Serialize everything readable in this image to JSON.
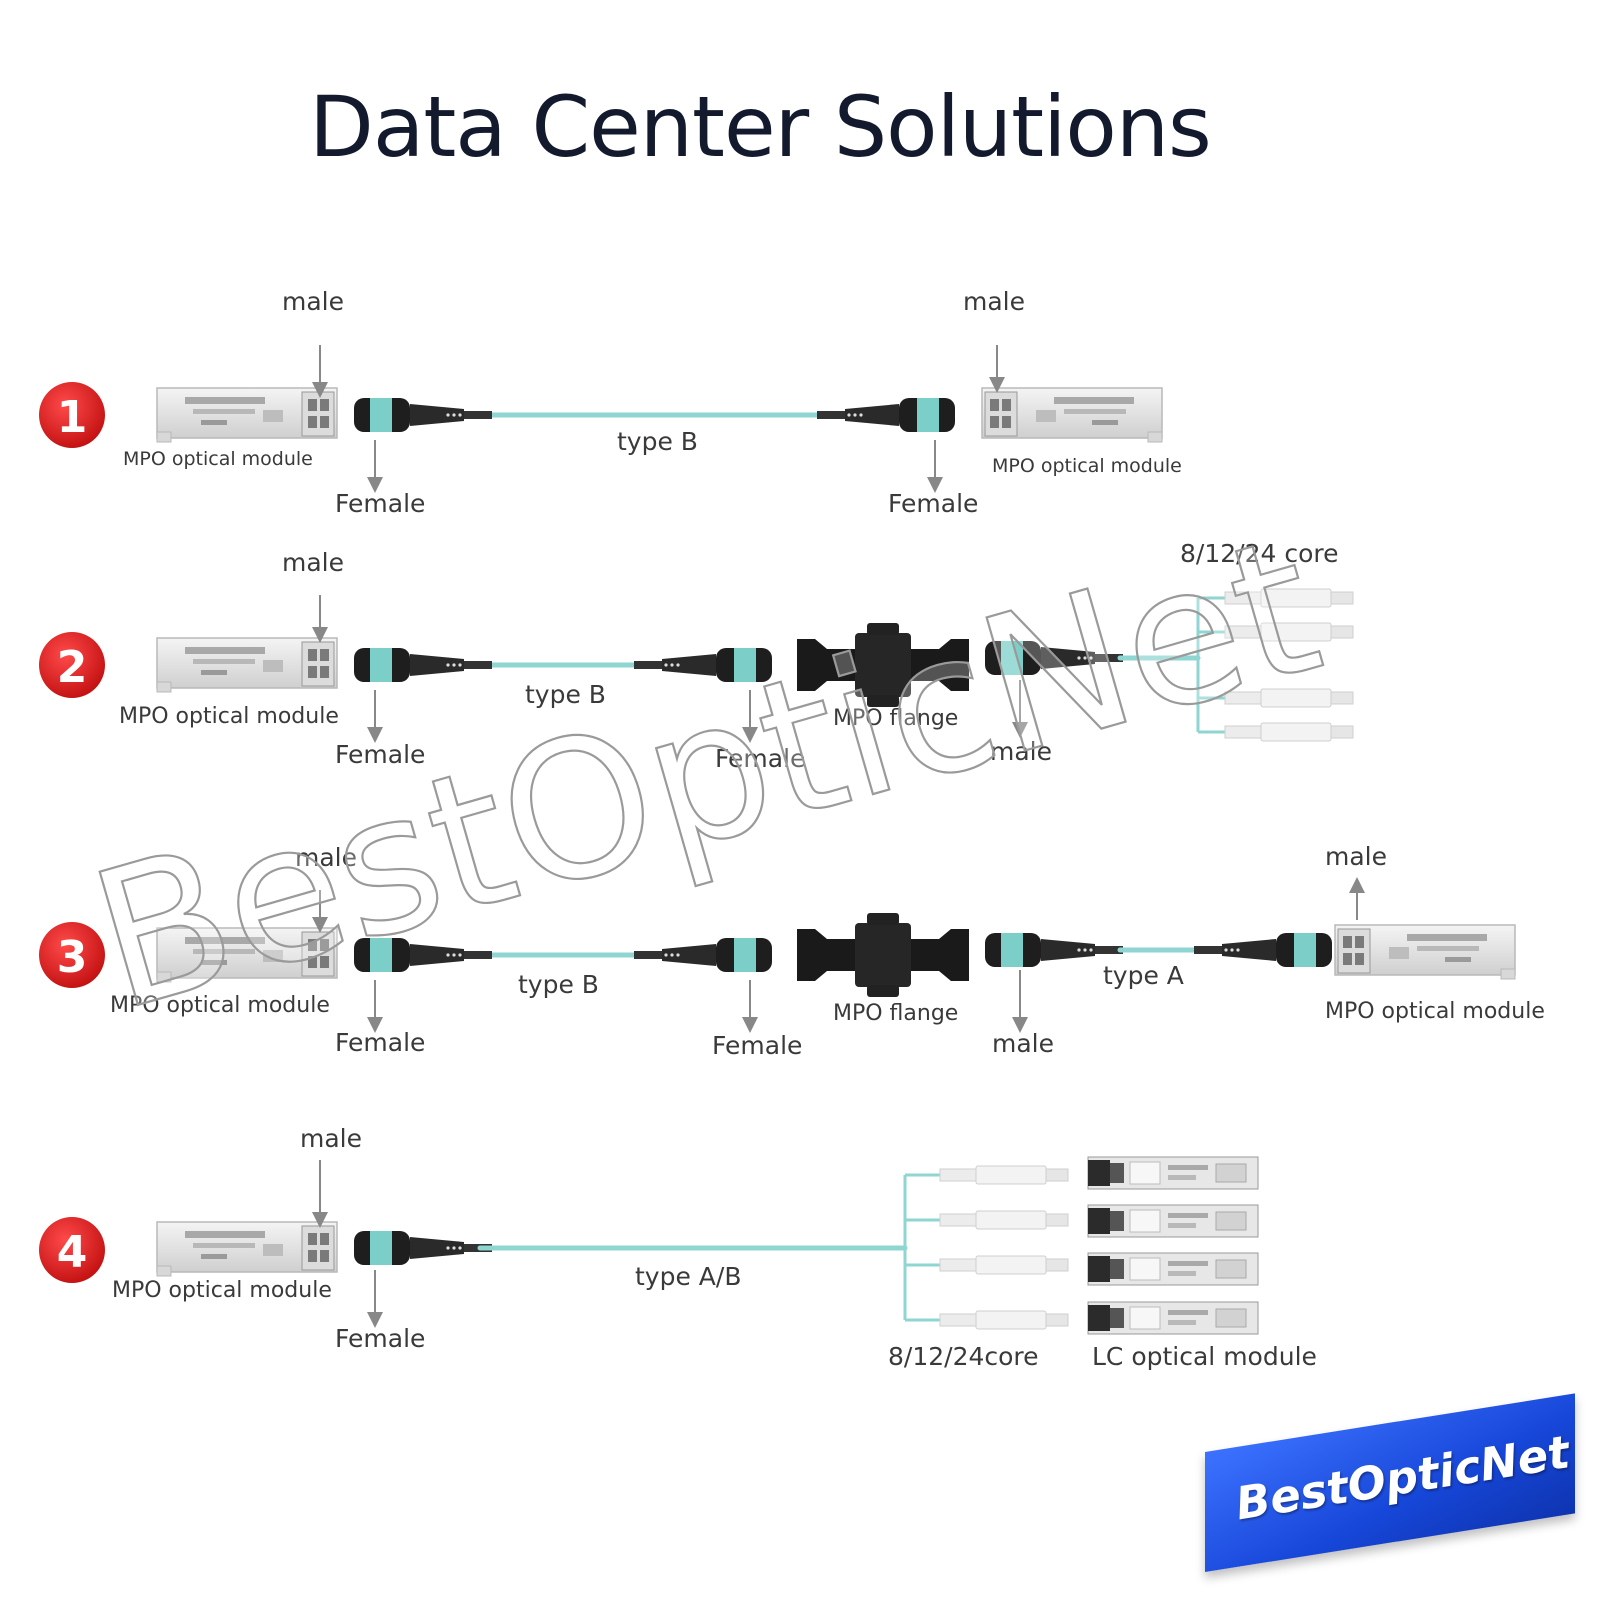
{
  "title": "Data Center Solutions",
  "watermark": "BestOpticNet",
  "logo_text": "BestOpticNet",
  "colors": {
    "cable": "#8fd6d3",
    "badge_red": "#d91b1b",
    "connector": "#222222",
    "logo_blue": "#1f4fe6"
  },
  "rows": [
    {
      "number": "1",
      "labels": {
        "male_left": "male",
        "module_left": "MPO optical module",
        "female_left": "Female",
        "cable": "type B",
        "male_right": "male",
        "female_right": "Female",
        "module_right": "MPO optical module"
      }
    },
    {
      "number": "2",
      "labels": {
        "male_left": "male",
        "module_left": "MPO optical module",
        "female_left": "Female",
        "cable": "type B",
        "female_mid": "Female",
        "flange": "MPO flange",
        "male_mid": "male",
        "core": "8/12/24 core"
      }
    },
    {
      "number": "3",
      "labels": {
        "male_left": "male",
        "module_left": "MPO optical module",
        "female_left": "Female",
        "cable": "type B",
        "female_mid": "Female",
        "flange": "MPO flange",
        "male_mid": "male",
        "cable2": "type A",
        "male_right": "male",
        "module_right": "MPO optical module"
      }
    },
    {
      "number": "4",
      "labels": {
        "male_left": "male",
        "module_left": "MPO optical module",
        "female_left": "Female",
        "cable": "type A/B",
        "core": "8/12/24core",
        "lc_module": "LC optical module"
      }
    }
  ]
}
